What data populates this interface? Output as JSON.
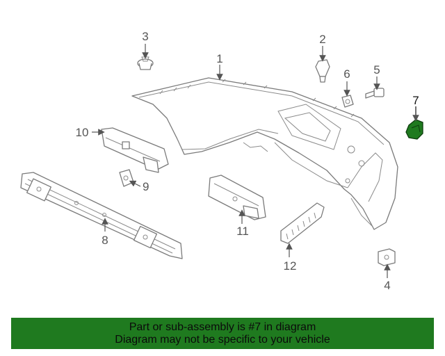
{
  "callouts": {
    "c1": "1",
    "c2": "2",
    "c3": "3",
    "c4": "4",
    "c5": "5",
    "c6": "6",
    "c7": "7",
    "c8": "8",
    "c9": "9",
    "c10": "10",
    "c11": "11",
    "c12": "12"
  },
  "highlight_color": "#1f7a1f",
  "banner": {
    "line1": "Part or sub-assembly is #7 in diagram",
    "line2": "Diagram may not be specific to your vehicle"
  }
}
